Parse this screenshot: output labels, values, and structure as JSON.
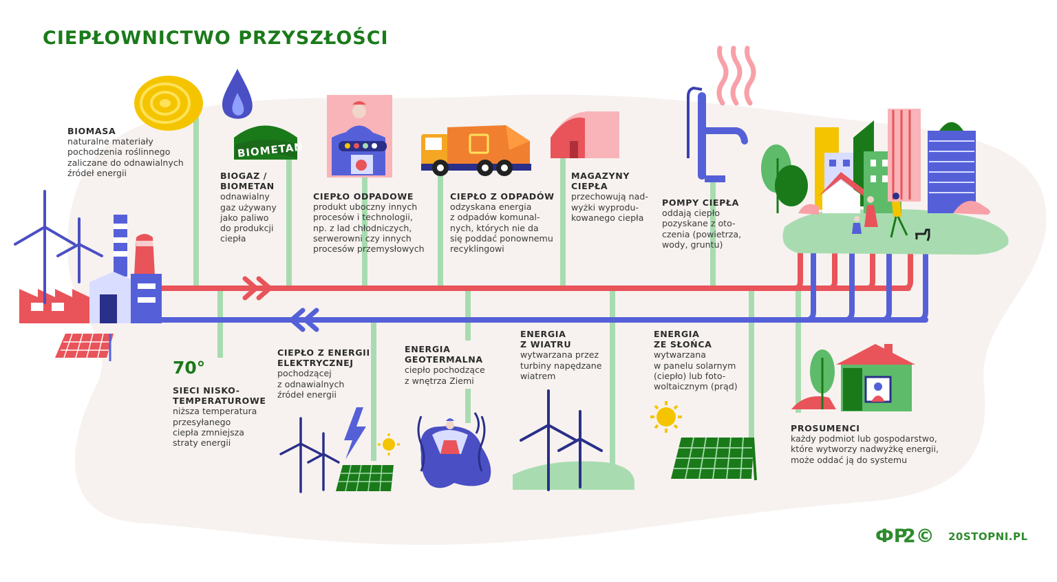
{
  "title": "CIEPŁOWNICTWO PRZYSZŁOŚCI",
  "biometan_tank_label": "BIOMETAN",
  "temperature": "70°",
  "items": {
    "biomasa": {
      "heading": "BIOMASA",
      "body": "naturalne materiały\npochodzenia roślinnego\nzaliczane do odnawialnych\nźródeł energii"
    },
    "biogaz": {
      "heading": "BIOGAZ /\nBIOMETAN",
      "body": "odnawialny\ngaz używany\njako paliwo\ndo produkcji\nciepła"
    },
    "cieplo_odpadowe": {
      "heading": "CIEPŁO ODPADOWE",
      "body": "produkt uboczny innych\nprocesów i technologii,\nnp. z lad chłodniczych,\nserwerowni czy innych\nprocesów przemysłowych"
    },
    "cieplo_z_odpadow": {
      "heading": "CIEPŁO Z ODPADÓW",
      "body": "odzyskana energia\nz odpadów komunal-\nnych, których nie da\nsię poddać ponownemu\nrecyklingowi"
    },
    "magazyny": {
      "heading": "MAGAZYNY\nCIEPŁA",
      "body": "przechowują nad-\nwyżki wyprodu-\nkowanego ciepła"
    },
    "pompy": {
      "heading": "POMPY CIEPŁA",
      "body": "oddają ciepło\npozyskane z oto-\nczenia (powietrza,\nwody, gruntu)"
    },
    "sieci": {
      "heading": "SIECI NISKO-\nTEMPERATUROWE",
      "body": "niższa temperatura\nprzesyłanego\nciepła zmniejsza\nstraty energii"
    },
    "elektryczna": {
      "heading": "CIEPŁO Z ENERGII\nELEKTRYCZNEJ",
      "body": "pochodzącej\nz odnawialnych\nźródeł energii"
    },
    "geotermalna": {
      "heading": "ENERGIA\nGEOTERMALNA",
      "body": "ciepło pochodzące\nz wnętrza Ziemi"
    },
    "wiatr": {
      "heading": "ENERGIA\nZ WIATRU",
      "body": "wytwarzana przez\nturbiny napędzane\nwiatrem"
    },
    "slonce": {
      "heading": "ENERGIA\nZE SŁOŃCA",
      "body": "wytwarzana\nw panelu solarnym\n(ciepło) lub foto-\nwoltaicznym (prąd)"
    },
    "prosumenci": {
      "heading": "PROSUMENCI",
      "body": "każdy podmiot lub gospodarstwo,\nktóre wytworzy nadwyżkę energii,\nmoże oddać ją do systemu"
    }
  },
  "footer": {
    "logo_left": "ФP",
    "logo_mid": "2©",
    "site": "20STOPNI.PL"
  },
  "colors": {
    "green_title": "#1a7a1a",
    "pipe_red": "#e8545a",
    "pipe_blue": "#5560d8",
    "stem_green": "#a8dcb0",
    "blob": "#f7f2ef"
  }
}
